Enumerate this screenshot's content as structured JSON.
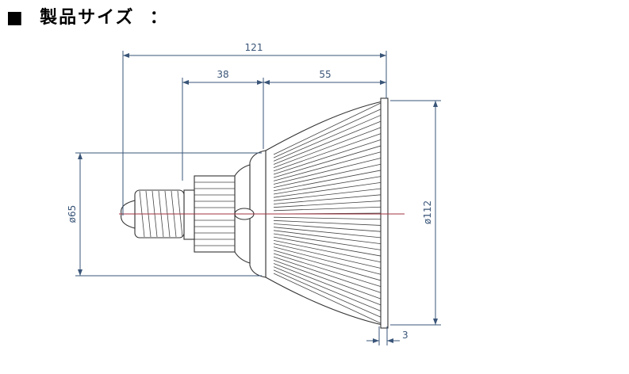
{
  "title": "■  製品サイズ  ：",
  "dimensions": {
    "overall_length": "121",
    "base_length": "38",
    "reflector_length": "55",
    "base_diameter": "ø65",
    "lens_diameter": "ø112",
    "rim_thickness": "3"
  },
  "colors": {
    "dimension": "#3a5578",
    "centerline": "#a03040",
    "outline": "#333333"
  }
}
